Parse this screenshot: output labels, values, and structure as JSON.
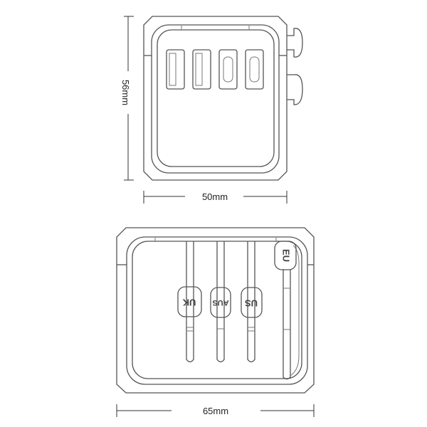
{
  "top_view": {
    "height_label": "56mm",
    "width_label": "50mm",
    "ports": [
      "usb-a",
      "usb-a",
      "usb-c",
      "usb-c"
    ]
  },
  "bottom_view": {
    "width_label": "65mm",
    "plugs": [
      {
        "label": "UK"
      },
      {
        "label": "AUS"
      },
      {
        "label": "US"
      },
      {
        "label": "EU"
      }
    ]
  },
  "colors": {
    "line": "#555555",
    "background": "#ffffff"
  }
}
